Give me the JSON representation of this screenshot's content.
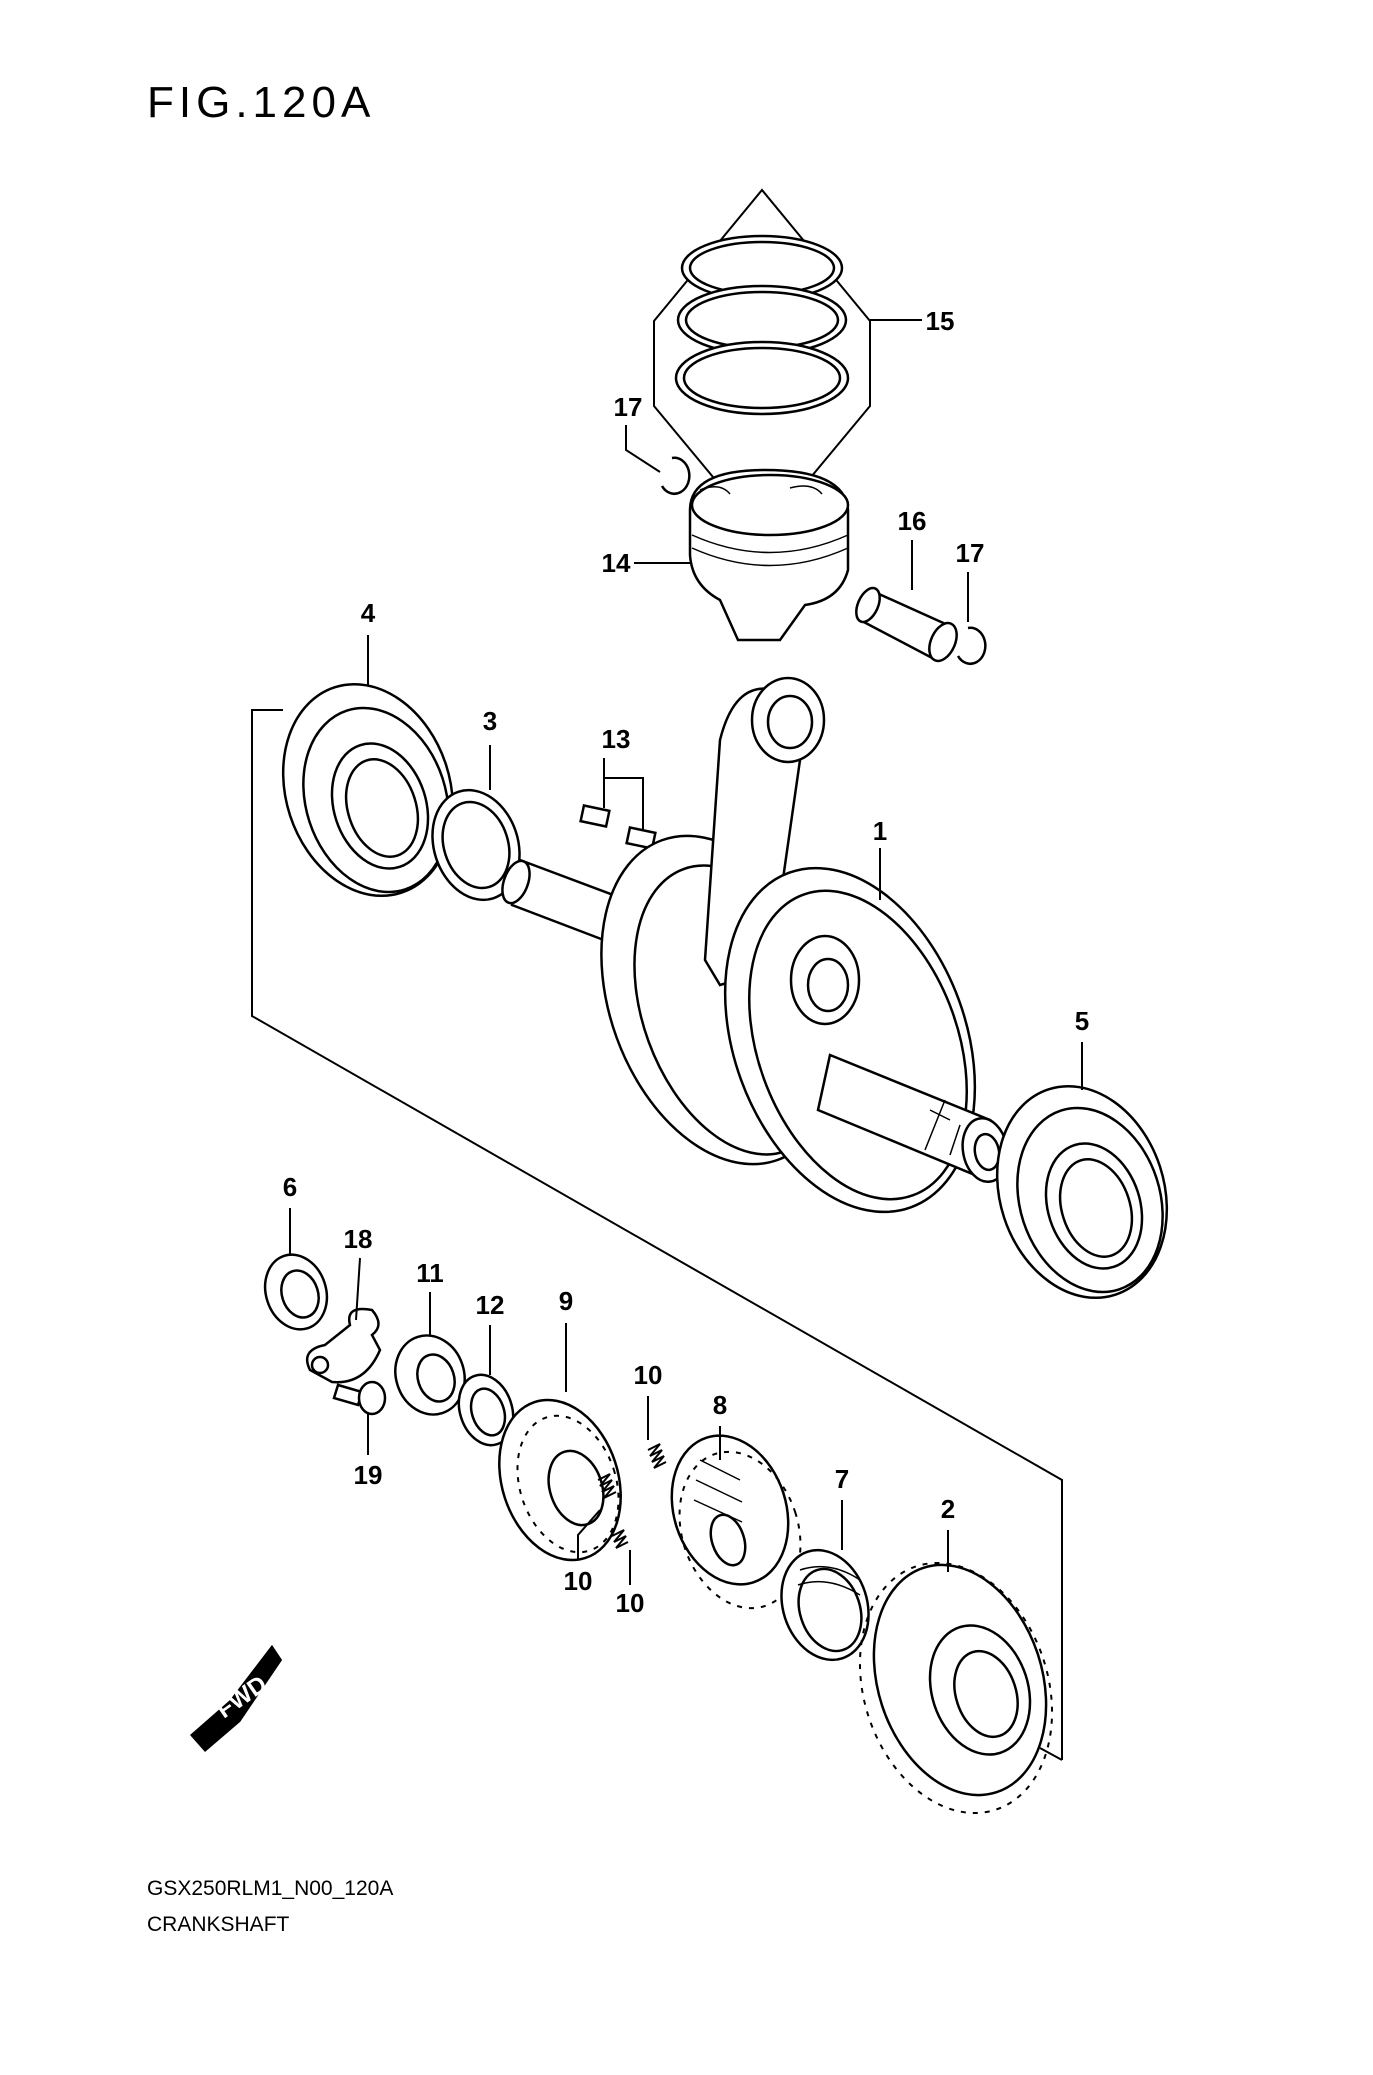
{
  "figure": {
    "title": "FIG.120A",
    "model_code": "GSX250RLM1_N00_120A",
    "section_name": "CRANKSHAFT"
  },
  "fwd_badge": {
    "label": "FWD"
  },
  "callouts": [
    {
      "id": "c1",
      "label": "1"
    },
    {
      "id": "c2",
      "label": "2"
    },
    {
      "id": "c3",
      "label": "3"
    },
    {
      "id": "c4",
      "label": "4"
    },
    {
      "id": "c5",
      "label": "5"
    },
    {
      "id": "c6",
      "label": "6"
    },
    {
      "id": "c7",
      "label": "7"
    },
    {
      "id": "c8",
      "label": "8"
    },
    {
      "id": "c9",
      "label": "9"
    },
    {
      "id": "c10a",
      "label": "10"
    },
    {
      "id": "c10b",
      "label": "10"
    },
    {
      "id": "c10c",
      "label": "10"
    },
    {
      "id": "c11",
      "label": "11"
    },
    {
      "id": "c12",
      "label": "12"
    },
    {
      "id": "c13",
      "label": "13"
    },
    {
      "id": "c14",
      "label": "14"
    },
    {
      "id": "c15",
      "label": "15"
    },
    {
      "id": "c16",
      "label": "16"
    },
    {
      "id": "c17a",
      "label": "17"
    },
    {
      "id": "c17b",
      "label": "17"
    },
    {
      "id": "c18",
      "label": "18"
    },
    {
      "id": "c19",
      "label": "19"
    }
  ]
}
